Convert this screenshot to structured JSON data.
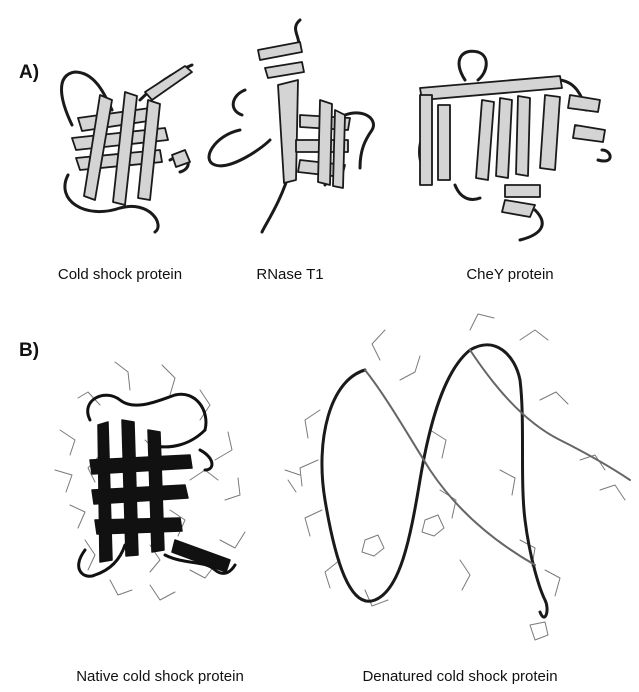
{
  "panel_a": {
    "label": "A)",
    "structures": [
      {
        "caption": "Cold shock protein"
      },
      {
        "caption": "RNase T1"
      },
      {
        "caption": "CheY protein"
      }
    ]
  },
  "panel_b": {
    "label": "B)",
    "structures": [
      {
        "caption": "Native cold shock protein"
      },
      {
        "caption": "Denatured cold shock protein"
      }
    ]
  },
  "colors": {
    "backbone": "#1a1a1a",
    "ribbon_fill": "#d4d4d4",
    "sidechain": "#7a7a7a",
    "native_ribbon": "#111111"
  }
}
